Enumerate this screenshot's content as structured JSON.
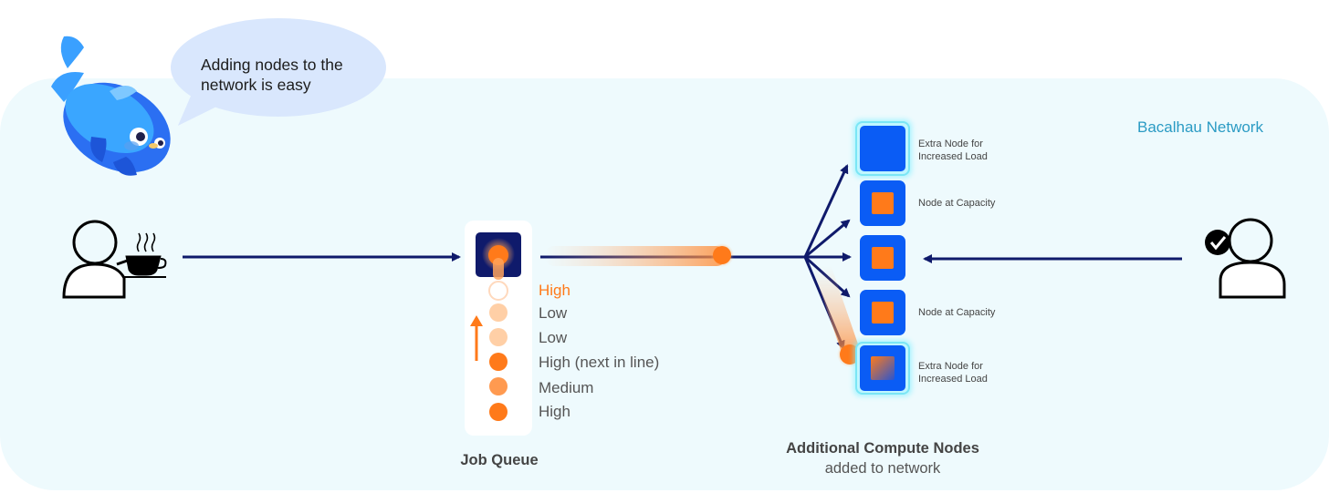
{
  "speech_bubble": {
    "line1": "Adding nodes to the",
    "line2": "network is easy"
  },
  "network": {
    "label": "Bacalhau Network"
  },
  "queue": {
    "items": [
      {
        "label": "High",
        "color": "#ff7a1a",
        "highlight": true
      },
      {
        "label": "Low",
        "color": "#555555",
        "highlight": false
      },
      {
        "label": "Low",
        "color": "#555555",
        "highlight": false
      },
      {
        "label": "High (next in line)",
        "color": "#555555",
        "highlight": false
      },
      {
        "label": "Medium",
        "color": "#555555",
        "highlight": false
      },
      {
        "label": "High",
        "color": "#555555",
        "highlight": false
      }
    ],
    "caption": "Job Queue"
  },
  "nodes": {
    "extra_top": "Extra Node for\nIncreased Load",
    "capacity_top": "Node at Capacity",
    "capacity_bottom": "Node at Capacity",
    "extra_bottom": "Extra Node for\nIncreased Load"
  },
  "compute_caption": {
    "line1": "Additional Compute Nodes",
    "line2": "added to network"
  },
  "colors": {
    "navy": "#0f1a6b",
    "orange": "#ff7a1a",
    "blue_node": "#0a5cf5",
    "network_bg": "#eefafd"
  }
}
